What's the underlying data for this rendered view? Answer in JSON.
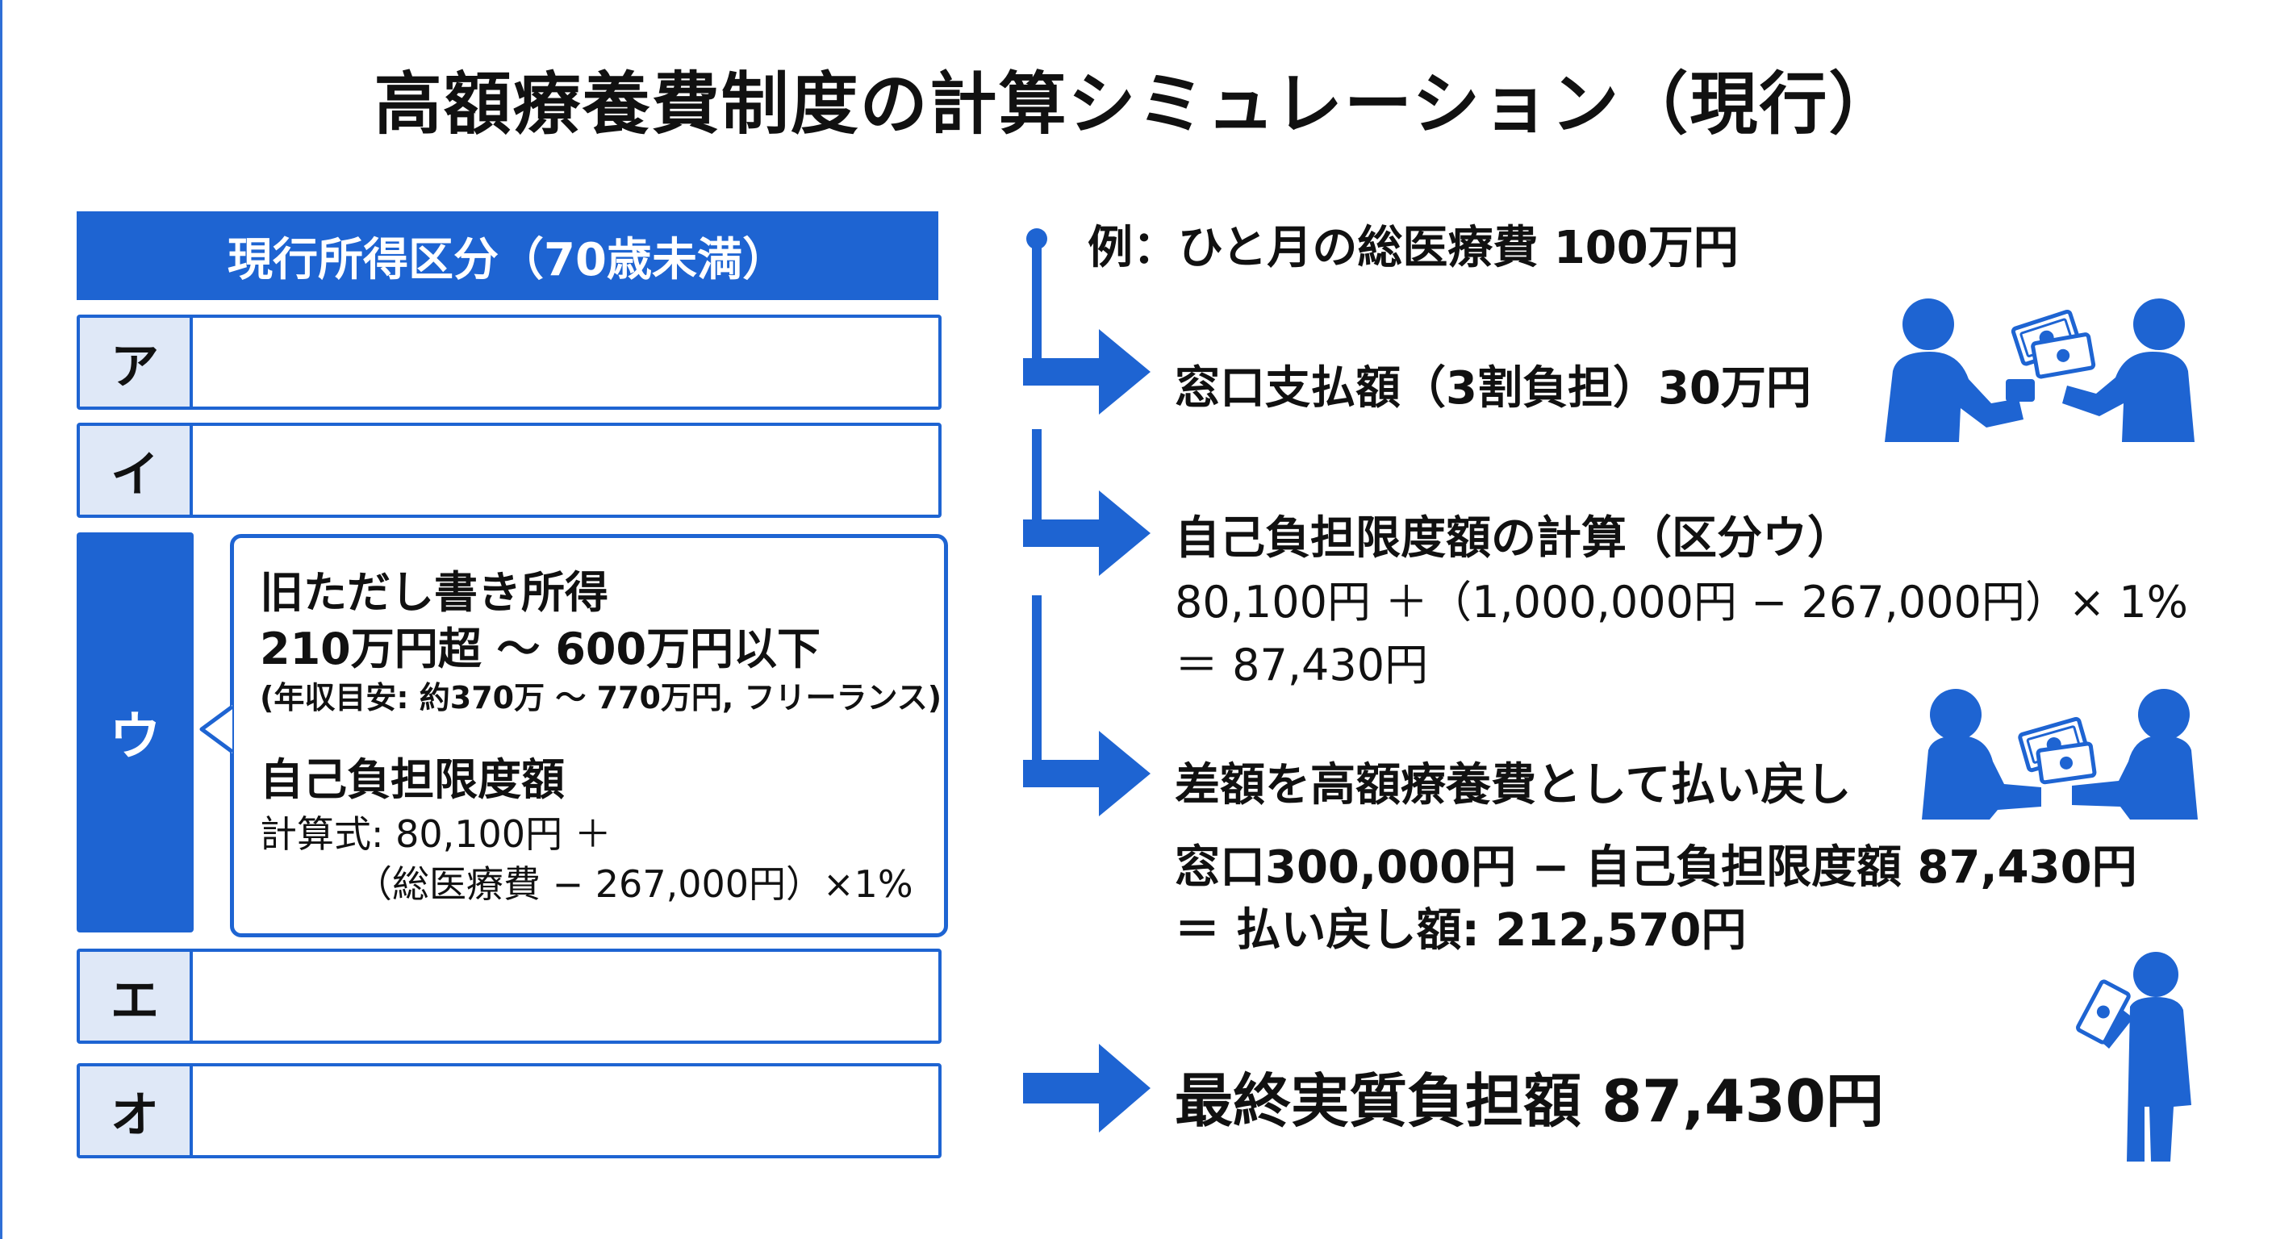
{
  "title": "高額療養費制度の計算シミュレーション（現行）",
  "table": {
    "header": "現行所得区分（70歳未満）",
    "rows": [
      {
        "key": "ア"
      },
      {
        "key": "イ"
      },
      {
        "key": "ウ"
      },
      {
        "key": "エ"
      },
      {
        "key": "オ"
      }
    ],
    "u_detail": {
      "line1": "旧ただし書き所得",
      "line2": "210万円超 〜 600万円以下",
      "line3": "(年収目安: 約370万 〜 770万円, フリーランス)",
      "line4": "自己負担限度額",
      "line5": "計算式: 80,100円 ＋",
      "line6": "（総医療費 − 267,000円）×1%"
    }
  },
  "flow": {
    "example": "例：ひと月の総医療費 100万円",
    "step1": "窓口支払額（3割負担）30万円",
    "step2_title": "自己負担限度額の計算（区分ウ）",
    "step2_formula": "80,100円 ＋（1,000,000円 − 267,000円）× 1%",
    "step2_result": "＝ 87,430円",
    "step3_title": "差額を高額療養費として払い戻し",
    "step3_formula": "窓口300,000円 − 自己負担限度額  87,430円",
    "step3_result": "＝ 払い戻し額: 212,570円",
    "final": "最終実質負担額 87,430円"
  },
  "colors": {
    "accent": "#1e64d2",
    "key_fill": "#dfe8f7",
    "text": "#111111"
  },
  "icons": [
    "payment-exchange-icon",
    "refund-exchange-icon",
    "person-holding-money-icon"
  ]
}
